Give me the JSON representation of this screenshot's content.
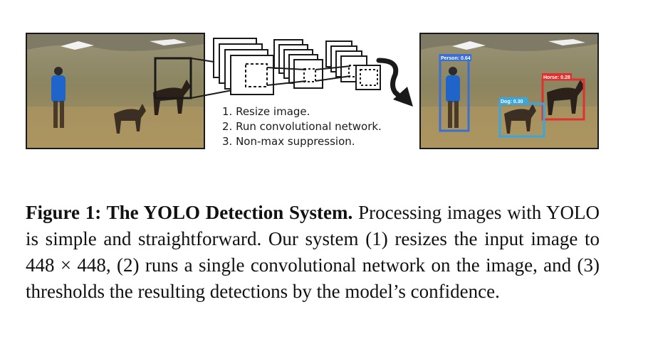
{
  "figure": {
    "steps": [
      "1. Resize image.",
      "2. Run convolutional network.",
      "3. Non-max suppression."
    ],
    "detections": [
      {
        "label": "Person: 0.64",
        "color": "#3b6fd1"
      },
      {
        "label": "Horse: 0.28",
        "color": "#e0312e"
      },
      {
        "label": "Dog: 0.30",
        "color": "#3aa6df"
      }
    ]
  },
  "caption": {
    "lead": "Figure 1:  The YOLO Detection System.",
    "body": "  Processing images with YOLO is simple and straightforward. Our system (1) resizes the input image to 448 × 448, (2) runs a single convolutional network on the image, and (3) thresholds the resulting detections by the model’s confidence."
  }
}
